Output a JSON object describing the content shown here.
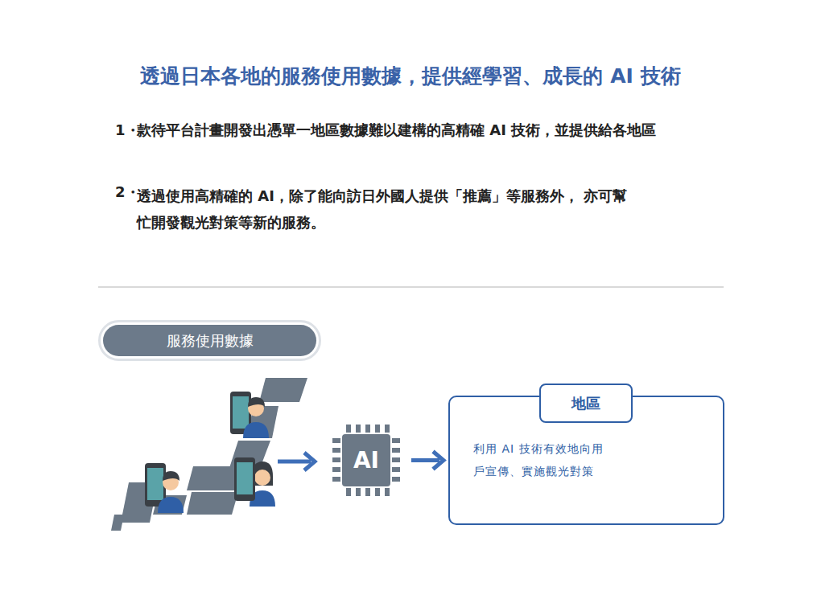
{
  "diagram": {
    "title": "透過日本各地的服務使用數據，提供經學習、成長的 AI 技術",
    "nodes": [
      {
        "text": [
          "服務使用數據"
        ]
      },
      {
        "text": [
          "AI"
        ]
      },
      {
        "text": [
          "地區",
          "利用 AI 技術有效地向用戶宣傳、實施觀光對策"
        ]
      }
    ],
    "edges": [
      {
        "from": 1,
        "to": 2,
        "arrow": "to"
      }
    ],
    "labels": [
      "1・",
      "款待平台計畫開發出憑單一地區數據難以建構的高精確 AI 技術，並提供給各地區",
      "2・",
      "透過使用高精確的 AI，除了能向訪日外國人提供「推薦」等服務外， 亦可幫忙開發觀光對策等新的服務。"
    ]
  }
}
